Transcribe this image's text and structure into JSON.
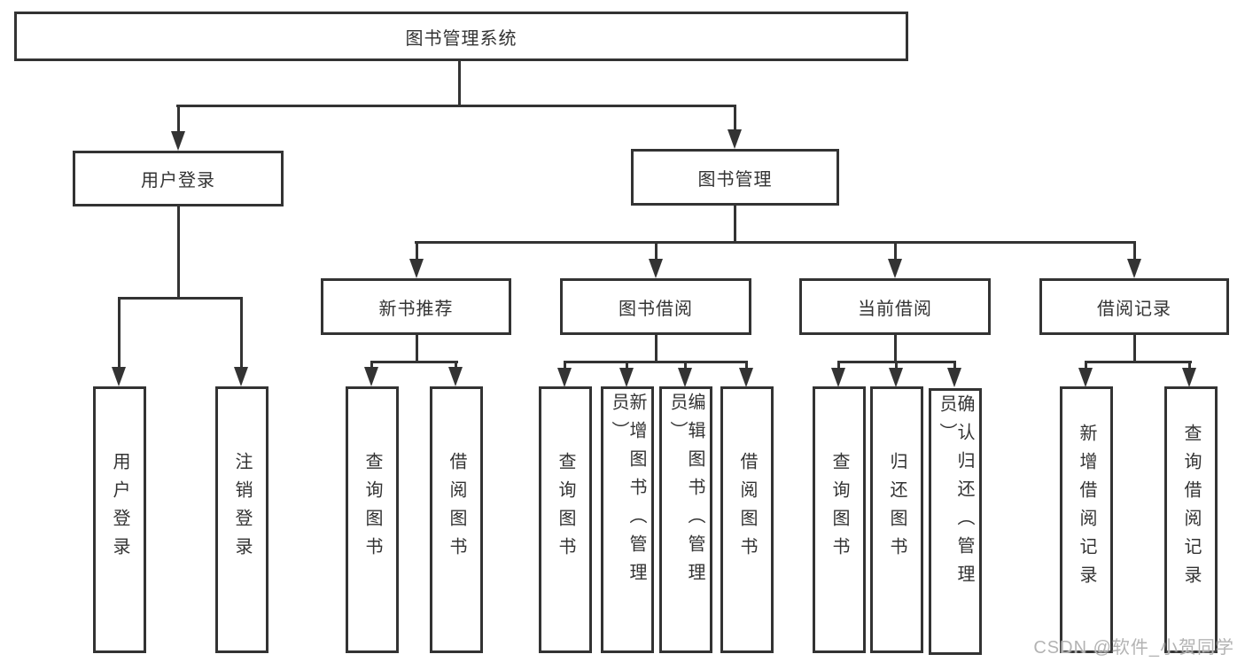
{
  "diagram": {
    "root": {
      "label": "图书管理系统"
    },
    "level2": [
      {
        "label": "用户登录"
      },
      {
        "label": "图书管理"
      }
    ],
    "level3": [
      {
        "label": "新书推荐"
      },
      {
        "label": "图书借阅"
      },
      {
        "label": "当前借阅"
      },
      {
        "label": "借阅记录"
      }
    ],
    "leaves": {
      "user_login": [
        "用户登录",
        "注销登录"
      ],
      "new_book_recommend": [
        "查询图书",
        "借阅图书"
      ],
      "book_borrow": [
        "查询图书",
        "新增图书（管理员）",
        "编辑图书（管理员）",
        "借阅图书"
      ],
      "current_borrow": [
        "查询图书",
        "归还图书",
        "确认归还（管理员）"
      ],
      "borrow_record": [
        "新增借阅记录",
        "查询借阅记录"
      ]
    }
  },
  "watermark": {
    "text": "CSDN @软件_小贺同学"
  },
  "colors": {
    "line": "#333333",
    "node_background": "#ffffff",
    "text": "#333333",
    "watermark_gray": "#b3b3b3",
    "page_background": "#ffffff"
  }
}
